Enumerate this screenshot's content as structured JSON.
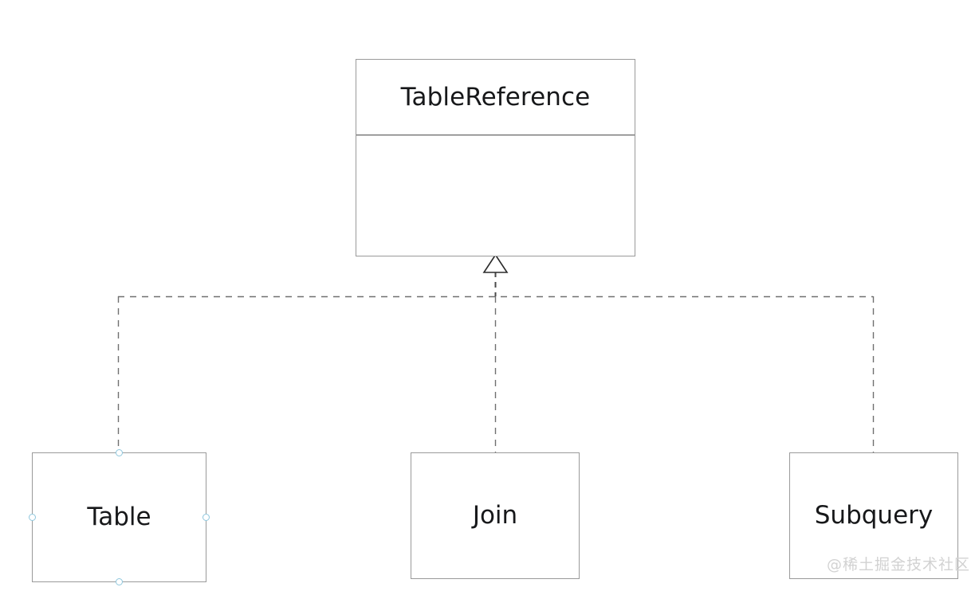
{
  "diagram": {
    "type": "uml-class-diagram",
    "relationship": "generalization",
    "background_color": "#ffffff",
    "box_border_color": "#9a9a9a",
    "divider_color": "#4a4a4a",
    "connector_color": "#707070",
    "text_color": "#17181a",
    "handle_color": "#8fc7dd"
  },
  "superclass": {
    "name": "TableReference",
    "compartments": {
      "attributes": "",
      "operations": ""
    }
  },
  "subclasses": [
    {
      "name": "Table",
      "selected": true
    },
    {
      "name": "Join",
      "selected": false
    },
    {
      "name": "Subquery",
      "selected": false
    }
  ],
  "selection_handles": [
    {
      "position": "top"
    },
    {
      "position": "left"
    },
    {
      "position": "right"
    },
    {
      "position": "bottom"
    }
  ],
  "watermark": {
    "text": "@稀土掘金技术社区"
  }
}
